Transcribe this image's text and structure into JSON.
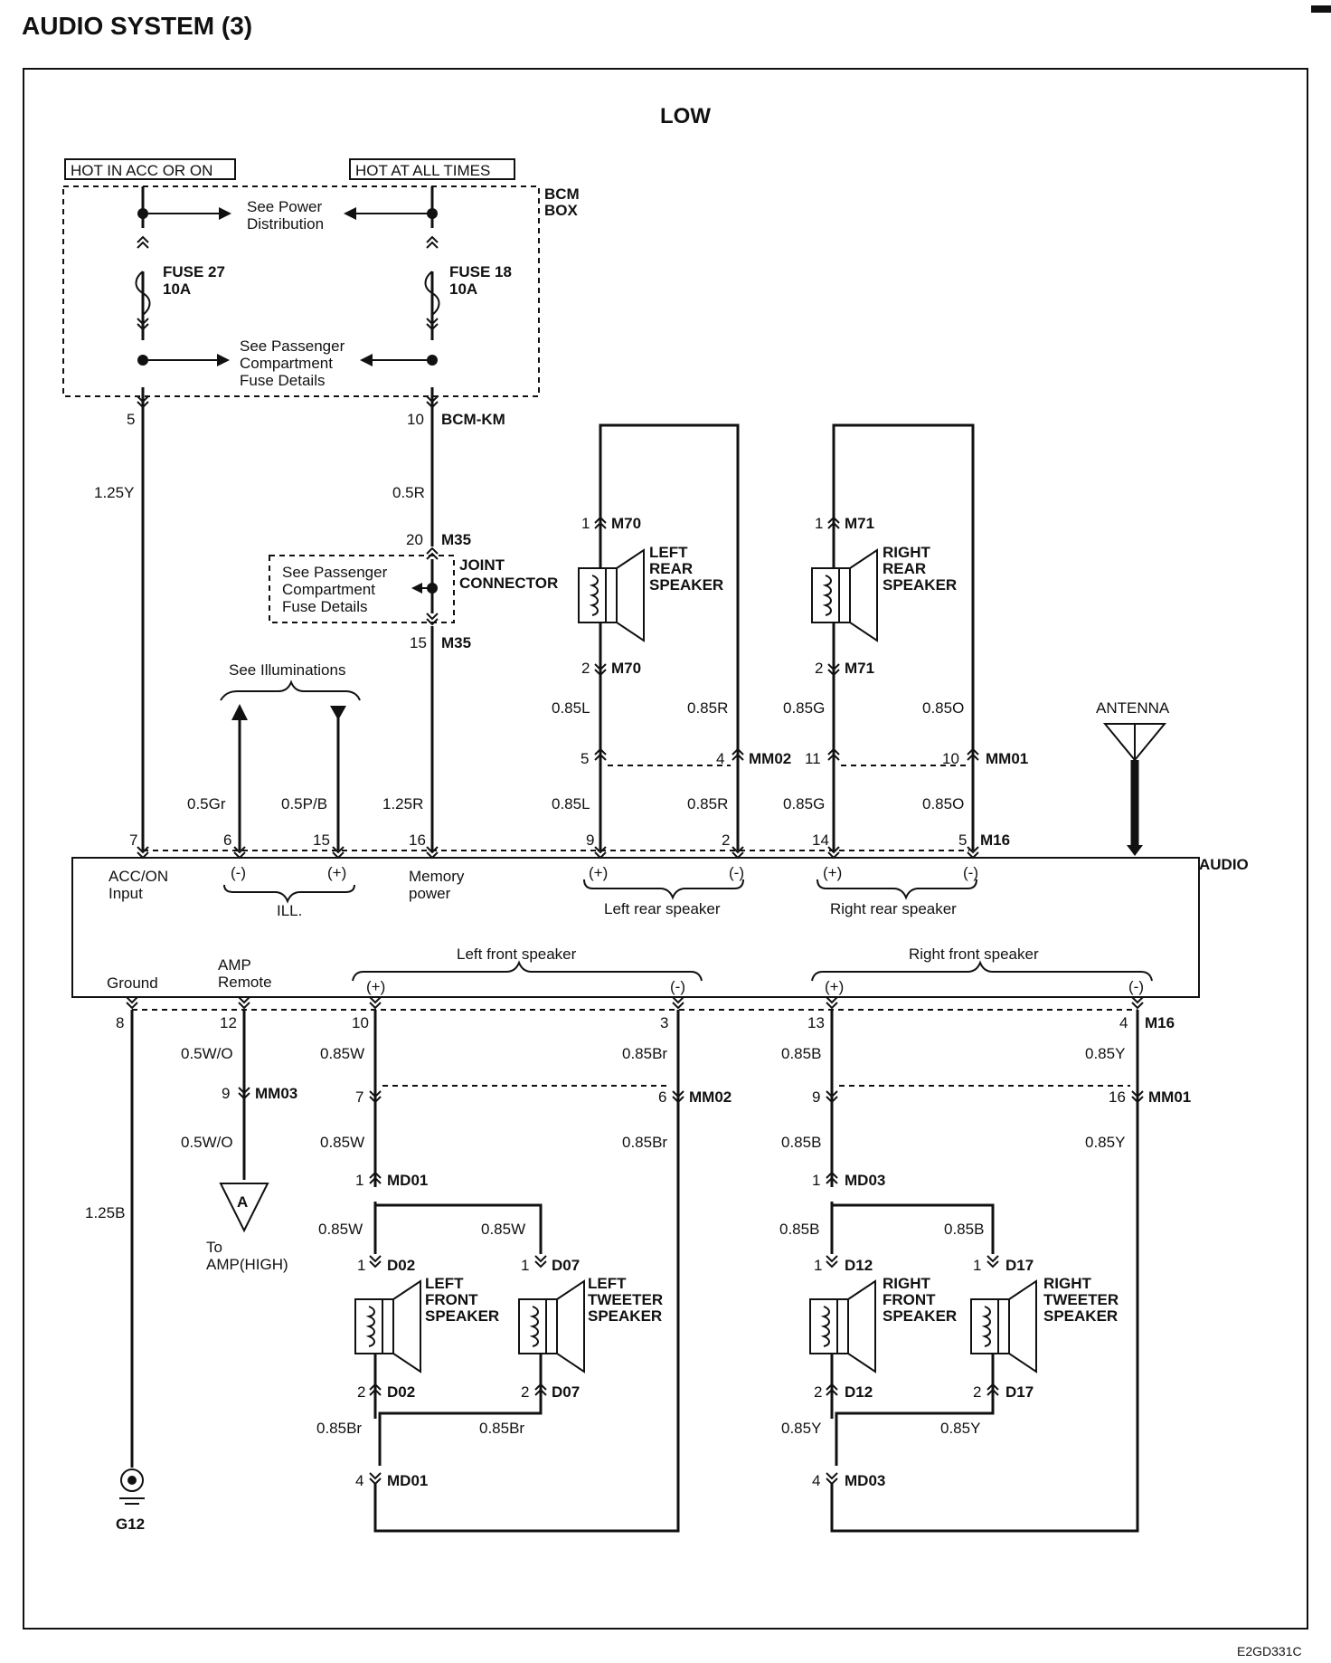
{
  "title": "AUDIO SYSTEM (3)",
  "mode_label": "LOW",
  "image_code": "E2GD331C",
  "power": {
    "acc_label": "HOT IN ACC OR ON",
    "all_times_label": "HOT AT ALL TIMES",
    "bcm_box": [
      "BCM",
      "BOX"
    ],
    "see_power_dist": [
      "See Power",
      "Distribution"
    ],
    "see_pass_fuse": [
      "See Passenger",
      "Compartment",
      "Fuse Details"
    ],
    "fuse27": [
      "FUSE 27",
      "10A"
    ],
    "fuse18": [
      "FUSE 18",
      "10A"
    ],
    "pin5": "5",
    "pin10": "10",
    "bcm_km": "BCM-KM",
    "wire_125y": "1.25Y",
    "wire_05r": "0.5R",
    "m35_top_pin": "20",
    "m35_bottom_pin": "15",
    "m35": "M35",
    "joint_connector": [
      "JOINT",
      "CONNECTOR"
    ],
    "wire_125r": "1.25R"
  },
  "illumination": {
    "see_label": "See Illuminations",
    "wire_05gr": "0.5Gr",
    "wire_05pb": "0.5P/B"
  },
  "audio": {
    "label": "AUDIO",
    "pins_top": [
      "7",
      "6",
      "15",
      "16",
      "9",
      "2",
      "14",
      "5"
    ],
    "m16": "M16",
    "acc_input": [
      "ACC/ON",
      "Input"
    ],
    "ill_minus": "(-)",
    "ill_plus": "(+)",
    "ill_label": "ILL.",
    "memory_power": [
      "Memory",
      "power"
    ],
    "plus": "(+)",
    "minus": "(-)",
    "left_rear": "Left rear speaker",
    "right_rear": "Right rear speaker",
    "left_front": "Left front speaker",
    "right_front": "Right front speaker",
    "ground": "Ground",
    "amp_remote": [
      "AMP",
      "Remote"
    ],
    "pins_bottom": [
      "8",
      "12",
      "10",
      "3",
      "13",
      "4"
    ]
  },
  "rear": {
    "left_speaker": [
      "LEFT",
      "REAR",
      "SPEAKER"
    ],
    "right_speaker": [
      "RIGHT",
      "REAR",
      "SPEAKER"
    ],
    "m70": "M70",
    "m71": "M71",
    "pin1": "1",
    "pin2": "2",
    "wire_085l": "0.85L",
    "wire_085r": "0.85R",
    "wire_085g": "0.85G",
    "wire_085o": "0.85O",
    "mm02_pins": [
      "5",
      "4"
    ],
    "mm01_pins": [
      "11",
      "10"
    ],
    "mm02": "MM02",
    "mm01": "MM01",
    "antenna": "ANTENNA"
  },
  "front": {
    "wire_05wo": "0.5W/O",
    "mm03_pin": "9",
    "mm03": "MM03",
    "connector_a": "A",
    "to_amp": [
      "To",
      "AMP(HIGH)"
    ],
    "wire_125b": "1.25B",
    "g12": "G12",
    "wire_085w": "0.85W",
    "wire_085br": "0.85Br",
    "wire_085b": "0.85B",
    "wire_085y": "0.85Y",
    "mm02_pins": [
      "7",
      "6"
    ],
    "mm01_pins": [
      "9",
      "16"
    ],
    "mm02": "MM02",
    "mm01": "MM01",
    "md01": "MD01",
    "md03": "MD03",
    "md_top_pin": "1",
    "md_bottom_pin": "4",
    "d02": "D02",
    "d07": "D07",
    "d12": "D12",
    "d17": "D17",
    "pin1": "1",
    "pin2": "2",
    "left_front_speaker": [
      "LEFT",
      "FRONT",
      "SPEAKER"
    ],
    "left_tweeter": [
      "LEFT",
      "TWEETER",
      "SPEAKER"
    ],
    "right_front_speaker": [
      "RIGHT",
      "FRONT",
      "SPEAKER"
    ],
    "right_tweeter": [
      "RIGHT",
      "TWEETER",
      "SPEAKER"
    ]
  }
}
